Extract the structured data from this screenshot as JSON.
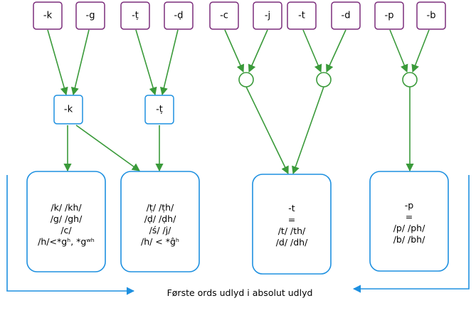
{
  "top_nodes": [
    "-k",
    "-g",
    "-ṭ",
    "-ḍ",
    "-c",
    "-j",
    "-t",
    "-d",
    "-p",
    "-b"
  ],
  "merge_nodes": [
    "-k",
    "-ṭ"
  ],
  "result_boxes": [
    {
      "lines": [
        "/k/ /kh/",
        "/g/ /gh/",
        "/c/",
        "/h/<*gʰ, *gʷʰ"
      ]
    },
    {
      "lines": [
        "/ṭ/ /ṭh/",
        "/ḍ/ /ḍh/",
        "/ś/ /j/",
        "/h/ < *ĝʰ"
      ]
    },
    {
      "lines": [
        "-t",
        "=",
        "/t/ /th/",
        "/d/ /dh/"
      ]
    },
    {
      "lines": [
        "-p",
        "=",
        "/p/ /ph/",
        "/b/ /bh/"
      ]
    }
  ],
  "caption": "Første ords udlyd i absolut udlyd",
  "colors": {
    "top_border": "#7b2d7b",
    "box_border": "#1e90e0",
    "arrow": "#3a9a3a",
    "bracket": "#1e90e0"
  }
}
